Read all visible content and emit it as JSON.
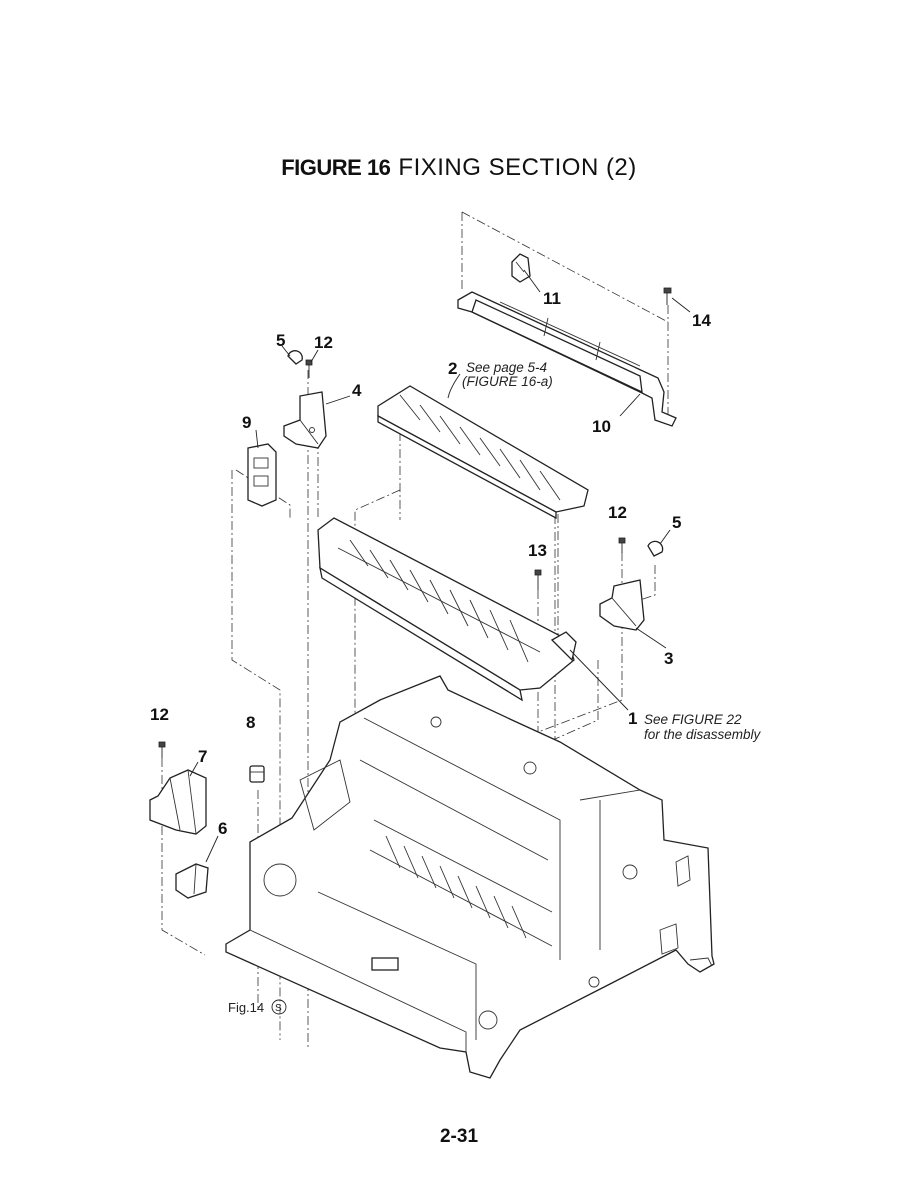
{
  "figure": {
    "number": "FIGURE 16",
    "title": "FIXING SECTION (2)"
  },
  "callouts": {
    "c1": "1",
    "c2": "2",
    "c3": "3",
    "c4": "4",
    "c5a": "5",
    "c5b": "5",
    "c6": "6",
    "c7": "7",
    "c8": "8",
    "c9": "9",
    "c10": "10",
    "c11": "11",
    "c12a": "12",
    "c12b": "12",
    "c12c": "12",
    "c13": "13",
    "c14": "14"
  },
  "notes": {
    "part2_line1": "See page 5-4",
    "part2_line2": "(FIGURE 16-a)",
    "part1_line1": "See FIGURE 22",
    "part1_line2": "for the disassembly",
    "fig_ref": "Fig.14",
    "fig_ref_mark": "S"
  },
  "page_number": "2-31"
}
